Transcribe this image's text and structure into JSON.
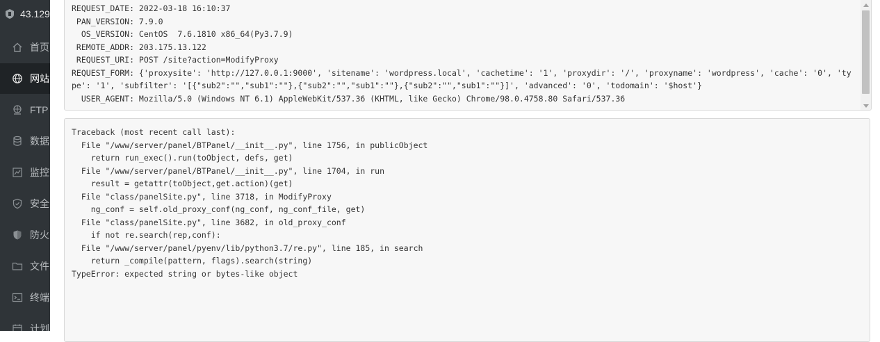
{
  "sidebar": {
    "server_ip": "43.129",
    "items": [
      {
        "label": "首页",
        "icon": "home-icon"
      },
      {
        "label": "网站",
        "icon": "globe-icon",
        "active": true
      },
      {
        "label": "FTP",
        "icon": "ftp-icon"
      },
      {
        "label": "数据",
        "icon": "database-icon"
      },
      {
        "label": "监控",
        "icon": "monitor-icon"
      },
      {
        "label": "安全",
        "icon": "shield-check-icon"
      },
      {
        "label": "防火",
        "icon": "firewall-shield-icon"
      },
      {
        "label": "文件",
        "icon": "folder-icon"
      },
      {
        "label": "终端",
        "icon": "terminal-icon"
      },
      {
        "label": "计划",
        "icon": "calendar-icon"
      }
    ],
    "colors": {
      "background": "#2f3438",
      "active": "#1f2326"
    }
  },
  "request_info": {
    "lines": [
      "REQUEST_DATE: 2022-03-18 16:10:37",
      " PAN_VERSION: 7.9.0",
      "  OS_VERSION: CentOS  7.6.1810 x86_64(Py3.7.9)",
      " REMOTE_ADDR: 203.175.13.122",
      " REQUEST_URI: POST /site?action=ModifyProxy",
      "REQUEST_FORM: {'proxysite': 'http://127.0.0.1:9000', 'sitename': 'wordpress.local', 'cachetime': '1', 'proxydir': '/', 'proxyname': 'wordpress', 'cache': '0', 'type': '1', 'subfilter': '[{\"sub2\":\"\",\"sub1\":\"\"},{\"sub2\":\"\",\"sub1\":\"\"},{\"sub2\":\"\",\"sub1\":\"\"}]', 'advanced': '0', 'todomain': '$host'}",
      "  USER_AGENT: Mozilla/5.0 (Windows NT 6.1) AppleWebKit/537.36 (KHTML, like Gecko) Chrome/98.0.4758.80 Safari/537.36"
    ]
  },
  "traceback": {
    "lines": [
      "Traceback (most recent call last):",
      "  File \"/www/server/panel/BTPanel/__init__.py\", line 1756, in publicObject",
      "    return run_exec().run(toObject, defs, get)",
      "  File \"/www/server/panel/BTPanel/__init__.py\", line 1704, in run",
      "    result = getattr(toObject,get.action)(get)",
      "  File \"class/panelSite.py\", line 3718, in ModifyProxy",
      "    ng_conf = self.old_proxy_conf(ng_conf, ng_conf_file, get)",
      "  File \"class/panelSite.py\", line 3682, in old_proxy_conf",
      "    if not re.search(rep,conf):",
      "  File \"/www/server/panel/pyenv/lib/python3.7/re.py\", line 185, in search",
      "    return _compile(pattern, flags).search(string)",
      "TypeError: expected string or bytes-like object"
    ]
  }
}
